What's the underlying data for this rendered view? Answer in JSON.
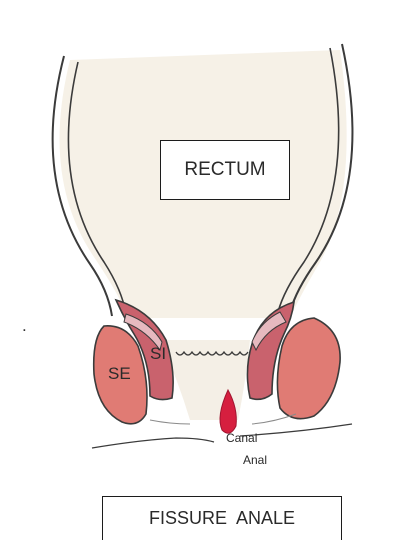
{
  "labels": {
    "rectum": "RECTUM",
    "se": "SE",
    "si": "SI",
    "canal": "Canal",
    "anal": "Anal",
    "title": "FISSURE  ANALE",
    "fragment": "."
  },
  "colors": {
    "rectum_fill": "#f6f1e7",
    "wall_outline": "#3b3b3b",
    "external_sphincter": "#e07b74",
    "internal_sphincter": "#c9626d",
    "mucosa_pink": "#e6b9bf",
    "fissure": "#d61f3f"
  }
}
